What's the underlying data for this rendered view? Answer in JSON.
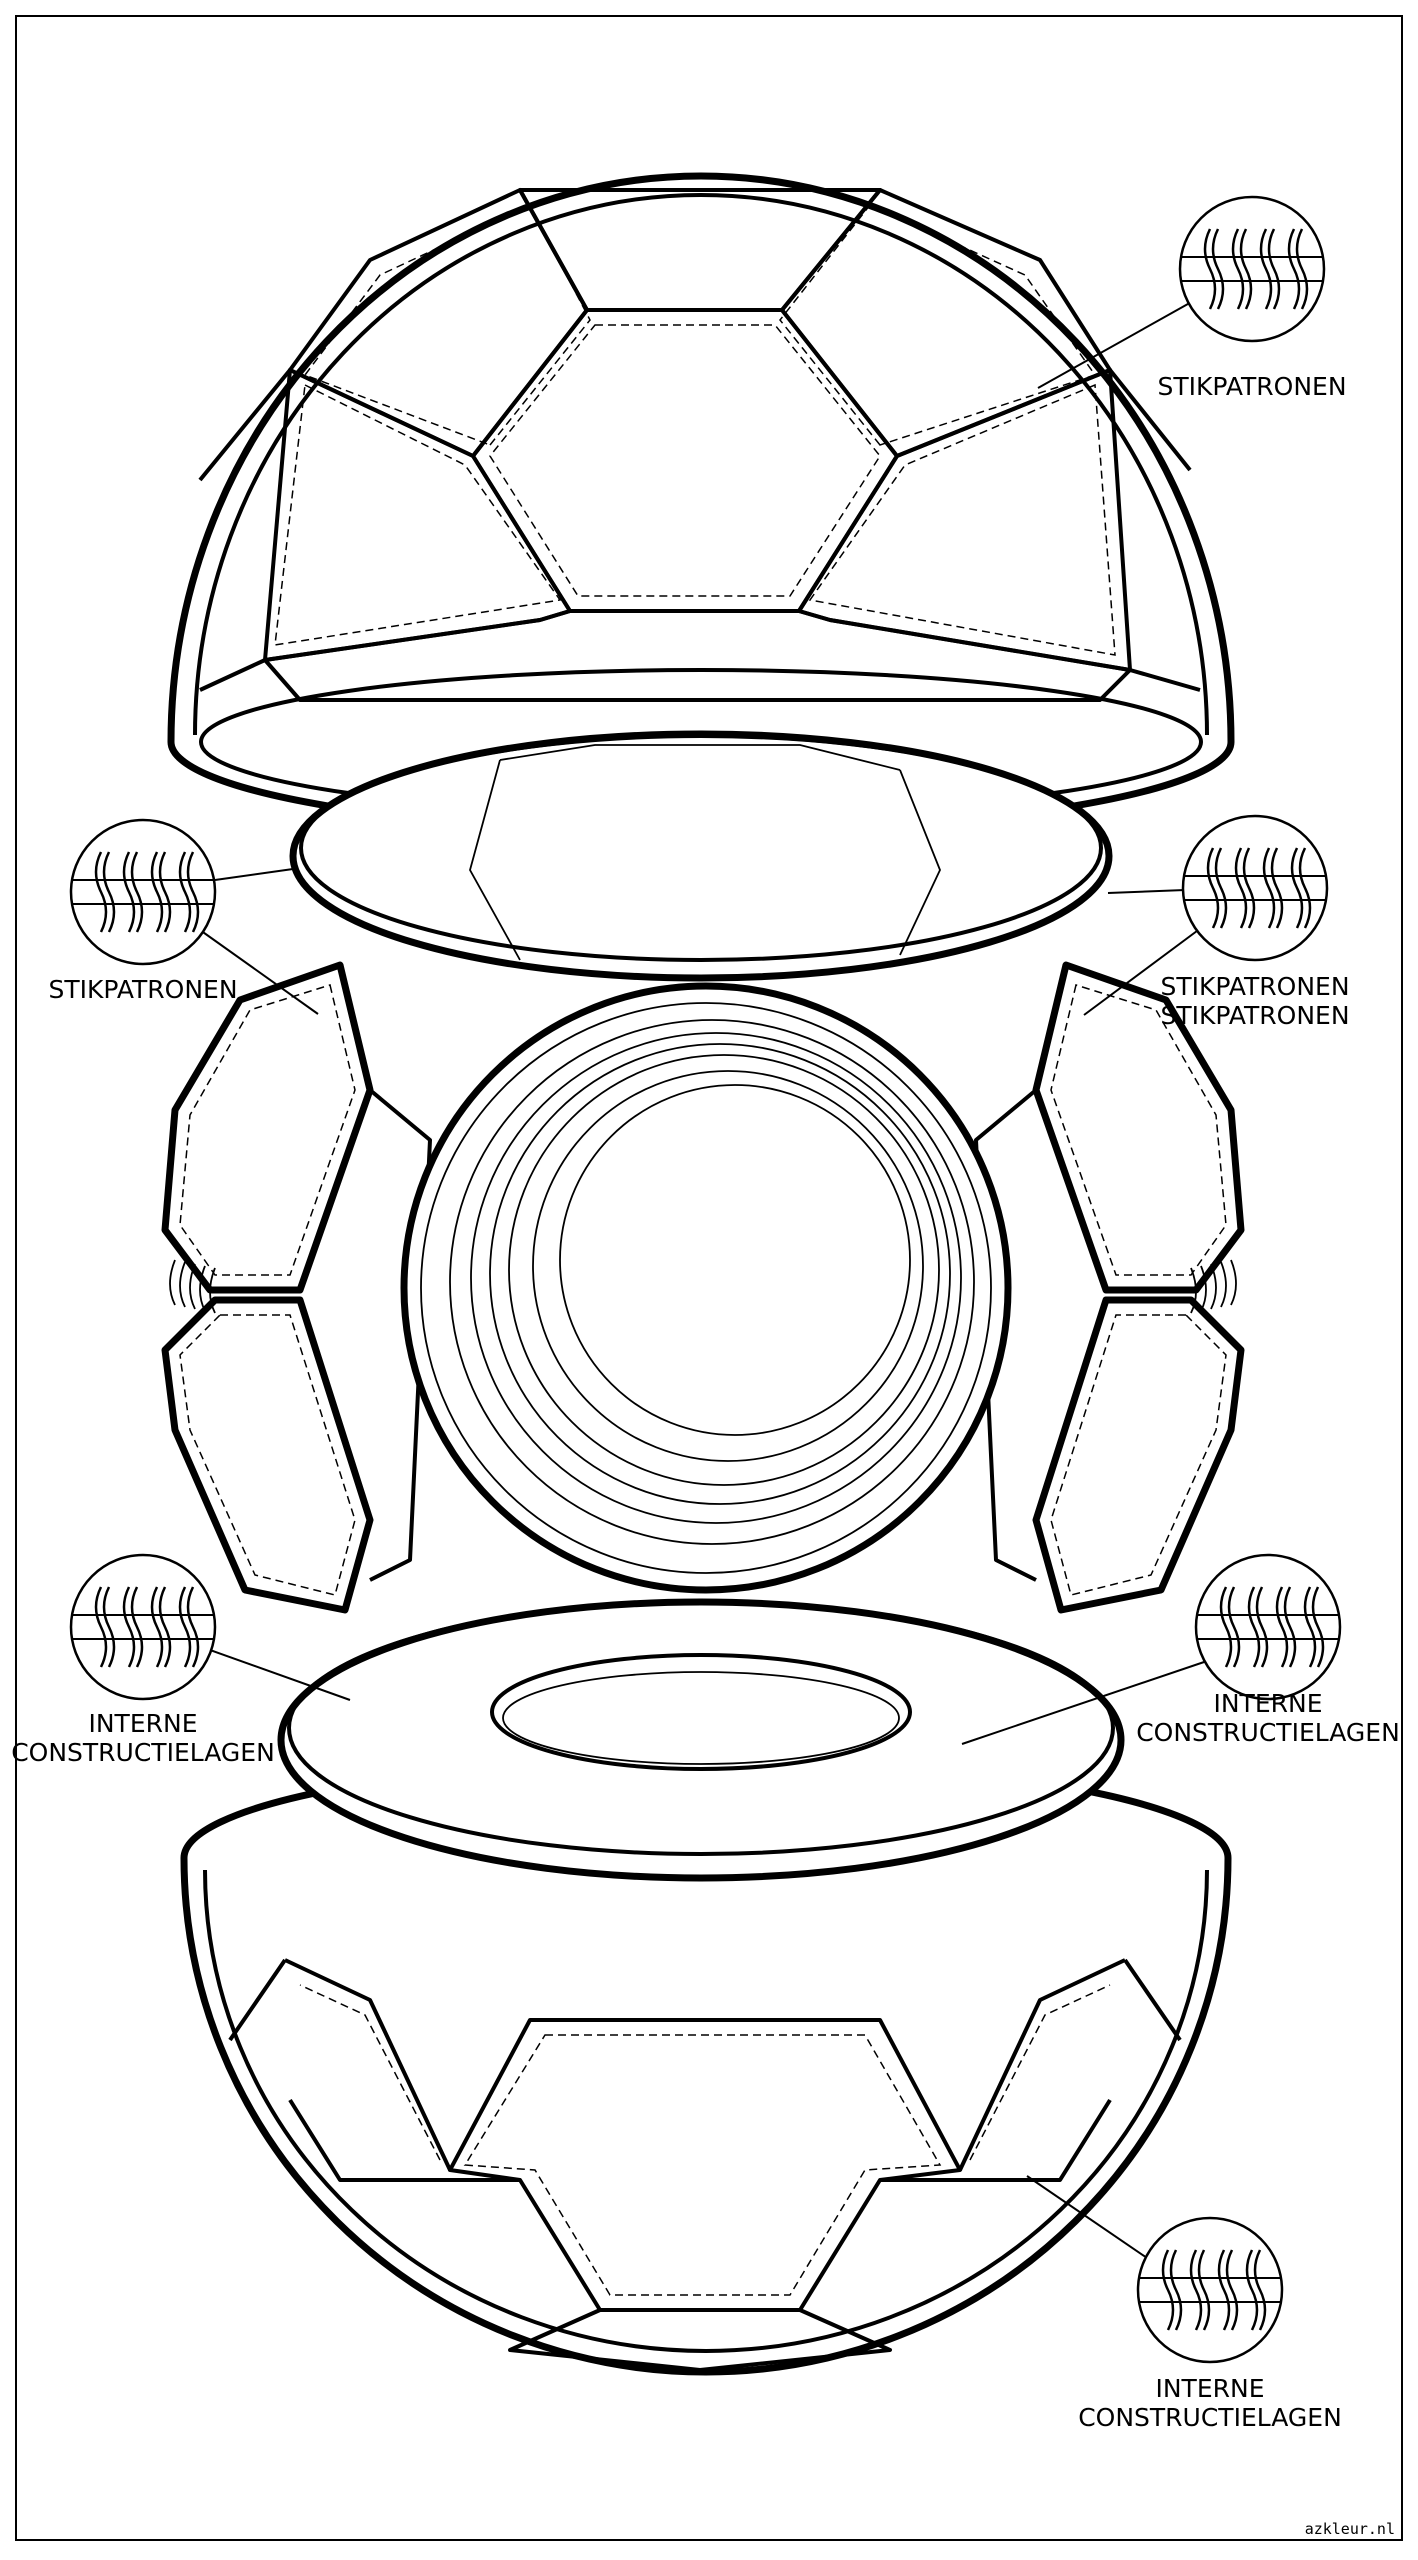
{
  "title": "Exploded view of a football (coloring page)",
  "labels": {
    "top_right": "STIKPATRONEN",
    "left_middle": "STIKPATRONEN",
    "right_middle_1": "STIKPATRONEN",
    "right_middle_2": "STIKPATRONEN",
    "left_lower_1": "INTERNE",
    "left_lower_2": "CONSTRUCTIELAGEN",
    "right_lower_1": "INTERNE",
    "right_lower_2": "CONSTRUCTIELAGEN",
    "bottom_right_1": "INTERNE",
    "bottom_right_2": "CONSTRUCTIELAGEN"
  },
  "watermark": "azkleur.nl"
}
